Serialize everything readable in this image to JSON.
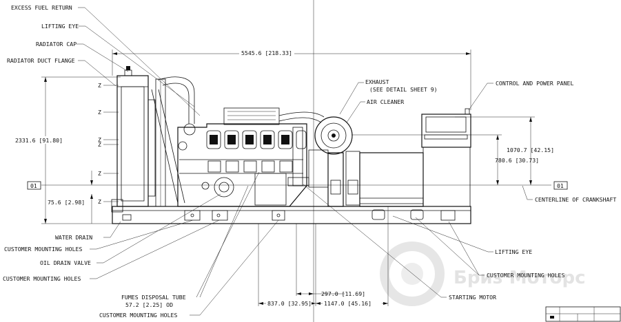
{
  "labels": {
    "excess_fuel_return": "EXCESS FUEL RETURN",
    "lifting_eye_top": "LIFTING EYE",
    "radiator_cap": "RADIATOR CAP",
    "radiator_duct_flange": "RADIATOR DUCT FLANGE",
    "exhaust_line1": "EXHAUST",
    "exhaust_line2": "(SEE DETAIL SHEET 9)",
    "air_cleaner": "AIR CLEANER",
    "control_power_panel": "CONTROL AND POWER PANEL",
    "centerline_crankshaft": "CENTERLINE OF CRANKSHAFT",
    "water_drain": "WATER DRAIN",
    "customer_mounting_holes_1": "CUSTOMER MOUNTING HOLES",
    "oil_drain_valve": "OIL DRAIN VALVE",
    "customer_mounting_holes_2": "CUSTOMER MOUNTING HOLES",
    "fumes_line1": "FUMES DISPOSAL TUBE",
    "fumes_line2": "57.2 [2.25] OD",
    "customer_mounting_holes_3": "CUSTOMER MOUNTING HOLES",
    "lifting_eye_right": "LIFTING EYE",
    "customer_mounting_holes_4": "CUSTOMER MOUNTING HOLES",
    "starting_motor": "STARTING MOTOR",
    "datum_left": "01",
    "datum_right": "01",
    "z_mark": "Z"
  },
  "dimensions": {
    "overall_length": "5545.6 [218.33]",
    "overall_height": "2331.6 [91.80]",
    "base_to_centerline": "75.6 [2.98]",
    "panel_height": "1070.7 [42.15]",
    "cleaner_height": "780.6 [30.73]",
    "dim_297": "297.0 [11.69]",
    "dim_837": "837.0 [32.95]",
    "dim_1147": "1147.0 [45.16]"
  },
  "watermark": "Бриз Моторс"
}
